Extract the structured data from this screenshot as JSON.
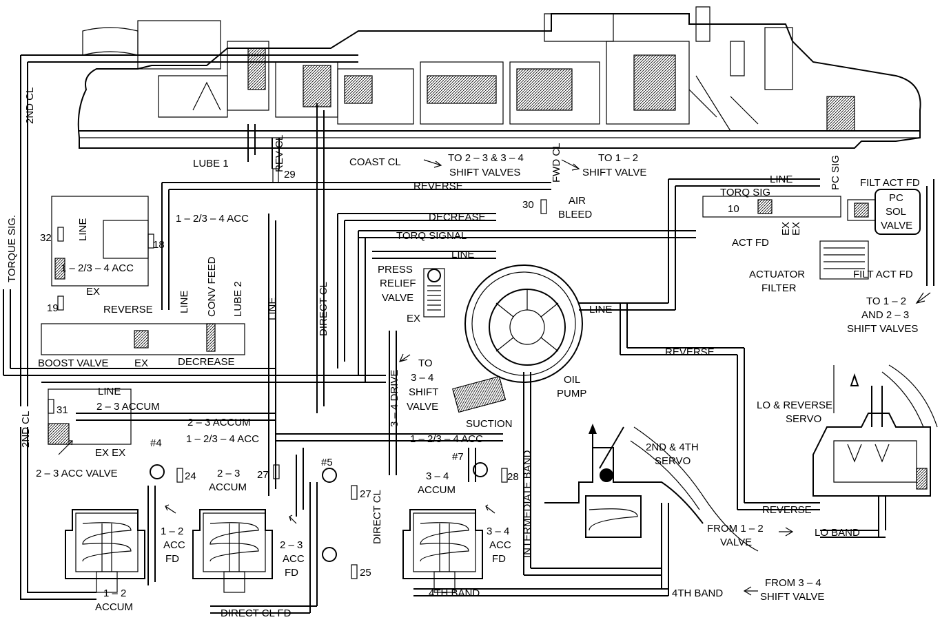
{
  "diagram": {
    "top_labels": {
      "lube1": "LUBE 1",
      "rev_cl": "REV CL",
      "n29": "29",
      "coast_cl": "COAST CL",
      "to_23_34": "TO 2 – 3 & 3 – 4",
      "shift_valves_1": "SHIFT VALVES",
      "fwd_cl": "FWD CL",
      "to_12": "TO 1 – 2",
      "shift_valve_1": "SHIFT VALVE",
      "second_cl_top": "2ND CL"
    },
    "left_labels": {
      "torque_sig": "TORQUE SIG.",
      "second_cl_bottom": "2ND CL",
      "n32": "32",
      "n19": "19",
      "n18": "18",
      "n31": "31",
      "line_a": "LINE",
      "acc_1234_a": "1 – 2/3 – 4 ACC",
      "acc_1234_b": "1 – 2/3 – 4 ACC",
      "ex_a": "EX",
      "reverse_a": "REVERSE",
      "line_b": "LINE",
      "conv_feed": "CONV FEED",
      "lube2": "LUBE 2",
      "line_c": "LINE",
      "boost_valve": "BOOST VALVE",
      "ex_b": "EX",
      "decrease_a": "DECREASE",
      "line_d": "LINE",
      "accum_23_a": "2 – 3 ACCUM",
      "accum_23_b": "2 – 3 ACCUM",
      "acc_1234_c": "1 – 2/3 – 4 ACC",
      "ex_ex": "EX EX",
      "acc_valve_23": "2 – 3 ACC VALVE",
      "hash4": "#4",
      "n24": "24",
      "n27a": "27",
      "accum_23_label": "2 – 3",
      "accum_23_label2": "ACCUM",
      "acc12_fd_1": "1 – 2",
      "acc12_fd_2": "ACC",
      "acc12_fd_3": "FD",
      "acc23_fd_1": "2 – 3",
      "acc23_fd_2": "ACC",
      "acc23_fd_3": "FD",
      "accum12_1": "1 – 2",
      "accum12_2": "ACCUM",
      "direct_cl_fd": "DIRECT CL FD",
      "direct_cl_a": "DIRECT CL"
    },
    "center_labels": {
      "reverse_b": "REVERSE",
      "decrease_b": "DECREASE",
      "torq_signal": "TORQ SIGNAL",
      "line_e": "LINE",
      "press": "PRESS",
      "relief": "RELIEF",
      "valve": "VALVE",
      "ex_c": "EX",
      "n30": "30",
      "air": "AIR",
      "bleed": "BLEED",
      "line_f": "LINE",
      "oil": "OIL",
      "pump": "PUMP",
      "suction": "SUCTION",
      "to_34_1": "TO",
      "to_34_2": "3 – 4",
      "to_34_3": "SHIFT",
      "to_34_4": "VALVE",
      "drive_34": "3 – 4 DRIVE",
      "acc_1234_d": "1 – 2/3 – 4 ACC",
      "hash5": "#5",
      "hash7": "#7",
      "n27b": "27",
      "n25": "25",
      "n28": "28",
      "direct_cl_b": "DIRECT CL",
      "accum34_1": "3 – 4",
      "accum34_2": "ACCUM",
      "acc34_fd_1": "3 – 4",
      "acc34_fd_2": "ACC",
      "acc34_fd_3": "FD",
      "fourth_band_a": "4TH BAND",
      "intermediate_band": "INTERMEDIATE BAND",
      "servo_24_1": "2ND & 4TH",
      "servo_24_2": "SERVO"
    },
    "right_labels": {
      "line_g": "LINE",
      "torq_sig": "TORQ SIG",
      "pc_sig": "PC SIG",
      "filt_act_fd_a": "FILT ACT FD",
      "n10": "10",
      "pc_1": "PC",
      "pc_2": "SOL",
      "pc_3": "VALVE",
      "ex_d": "EX",
      "ex_e": "EX",
      "act_fd": "ACT FD",
      "actuator": "ACTUATOR",
      "filter": "FILTER",
      "filt_act_fd_b": "FILT ACT FD",
      "to_12_23_1": "TO 1 – 2",
      "to_12_23_2": "AND 2 – 3",
      "to_12_23_3": "SHIFT VALVES",
      "reverse_c": "REVERSE",
      "lo_rev_1": "LO & REVERSE",
      "lo_rev_2": "SERVO",
      "reverse_d": "REVERSE",
      "from_12_1": "FROM 1 – 2",
      "from_12_2": "VALVE",
      "lo_band": "LO BAND",
      "fourth_band_b": "4TH BAND",
      "from_34_1": "FROM 3 – 4",
      "from_34_2": "SHIFT VALVE"
    }
  }
}
